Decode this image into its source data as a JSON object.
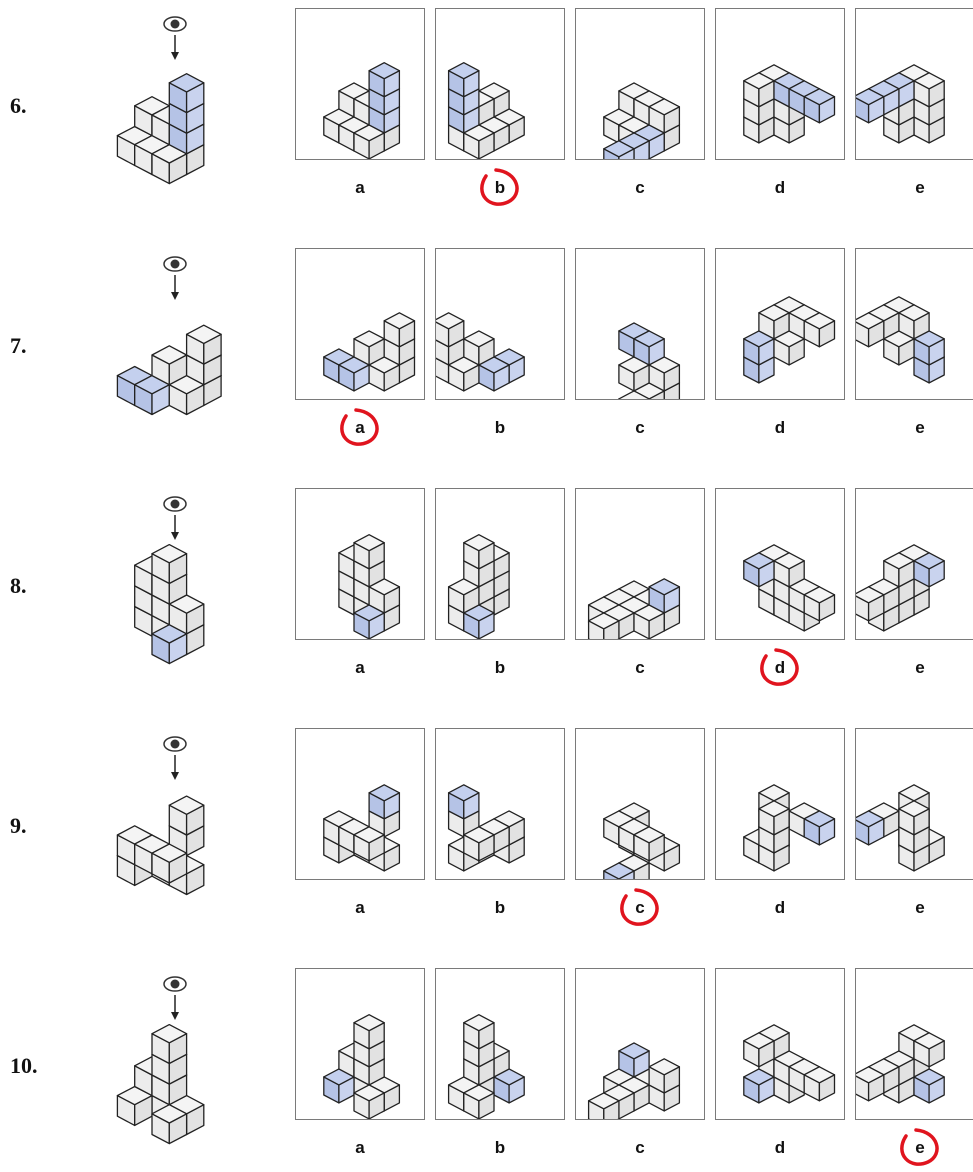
{
  "questions": [
    {
      "number": "6.",
      "options": [
        "a",
        "b",
        "c",
        "d",
        "e"
      ],
      "circled": "b"
    },
    {
      "number": "7.",
      "options": [
        "a",
        "b",
        "c",
        "d",
        "e"
      ],
      "circled": "a"
    },
    {
      "number": "8.",
      "options": [
        "a",
        "b",
        "c",
        "d",
        "e"
      ],
      "circled": "d"
    },
    {
      "number": "9.",
      "options": [
        "a",
        "b",
        "c",
        "d",
        "e"
      ],
      "circled": "c"
    },
    {
      "number": "10.",
      "options": [
        "a",
        "b",
        "c",
        "d",
        "e"
      ],
      "circled": "e"
    }
  ],
  "icons": {
    "viewer": "eye-icon",
    "direction": "arrow-down-icon"
  },
  "colors": {
    "cube_face": "#ececec",
    "highlight_face": "#b5c3e6",
    "edge": "#222222",
    "annotation": "#e0141e"
  }
}
